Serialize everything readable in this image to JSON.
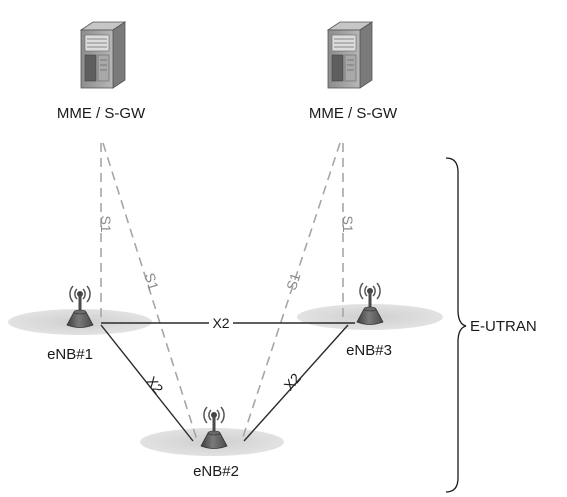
{
  "nodes": {
    "mme_left": {
      "label": "MME / S-GW",
      "icon": "server-icon"
    },
    "mme_right": {
      "label": "MME / S-GW",
      "icon": "server-icon"
    },
    "enb1": {
      "label": "eNB#1",
      "icon": "antenna-icon"
    },
    "enb2": {
      "label": "eNB#2",
      "icon": "antenna-icon"
    },
    "enb3": {
      "label": "eNB#3",
      "icon": "antenna-icon"
    }
  },
  "links": {
    "s1_label": "S1",
    "x2_label": "X2"
  },
  "group": {
    "label": "E-UTRAN"
  },
  "colors": {
    "s1_line": "#a6a6a6",
    "x2_line": "#2a2a2a",
    "coverage": "#d4d4d4",
    "antenna_body": "#555555",
    "server_body": "#9e9e9e"
  }
}
